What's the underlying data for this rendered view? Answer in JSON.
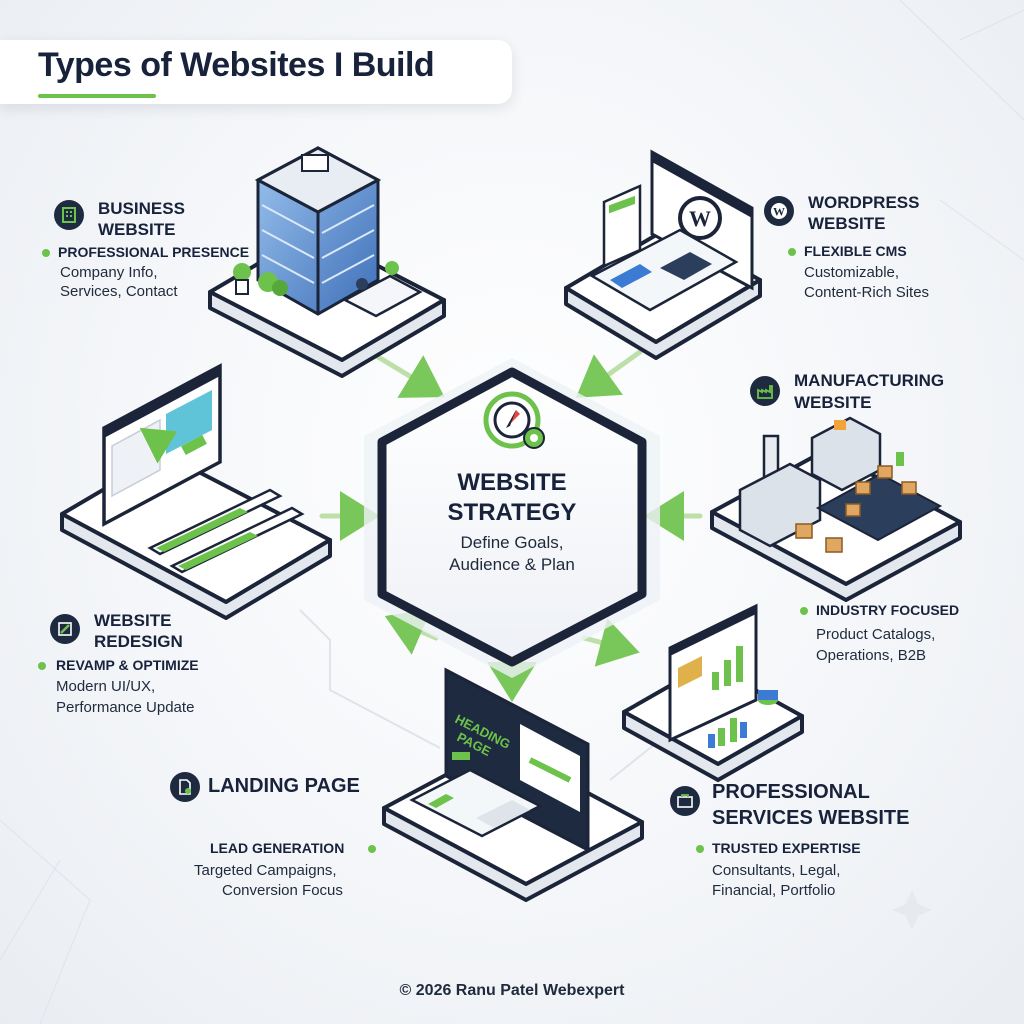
{
  "title": "Types of Websites I Build",
  "center": {
    "title_line1": "WEBSITE",
    "title_line2": "STRATEGY",
    "desc_line1": "Define Goals,",
    "desc_line2": "Audience & Plan"
  },
  "nodes": {
    "business": {
      "title_line1": "BUSINESS",
      "title_line2": "WEBSITE",
      "subtitle": "PROFESSIONAL PRESENCE",
      "desc_line1": "Company Info,",
      "desc_line2": "Services, Contact",
      "icon": "building-icon"
    },
    "wordpress": {
      "title_line1": "WORDPRESS",
      "title_line2": "WEBSITE",
      "subtitle": "FLEXIBLE CMS",
      "desc_line1": "Customizable,",
      "desc_line2": "Content-Rich Sites",
      "icon": "wordpress-icon"
    },
    "manufacturing": {
      "title_line1": "MANUFACTURING",
      "title_line2": "WEBSITE",
      "subtitle": "INDUSTRY FOCUSED",
      "desc_line1": "Product Catalogs,",
      "desc_line2": "Operations, B2B",
      "icon": "factory-icon"
    },
    "redesign": {
      "title_line1": "WEBSITE",
      "title_line2": "REDESIGN",
      "subtitle": "REVAMP & OPTIMIZE",
      "desc_line1": "Modern UI/UX,",
      "desc_line2": "Performance Update",
      "icon": "pencil-ruler-icon"
    },
    "landing": {
      "title_line1": "LANDING PAGE",
      "subtitle": "LEAD GENERATION",
      "desc_line1": "Targeted Campaigns,",
      "desc_line2": "Conversion Focus",
      "icon": "document-icon"
    },
    "professional": {
      "title_line1": "PROFESSIONAL",
      "title_line2": "SERVICES WEBSITE",
      "subtitle": "TRUSTED EXPERTISE",
      "desc_line1": "Consultants, Legal,",
      "desc_line2": "Financial, Portfolio",
      "icon": "briefcase-icon"
    }
  },
  "illustration_text": {
    "landing_heading_1": "HEADING",
    "landing_heading_2": "PAGE"
  },
  "footer": "© 2026 Ranu Patel Webexpert",
  "colors": {
    "accent": "#6cc24a",
    "navy": "#18233b",
    "blue": "#3b7bd4"
  }
}
